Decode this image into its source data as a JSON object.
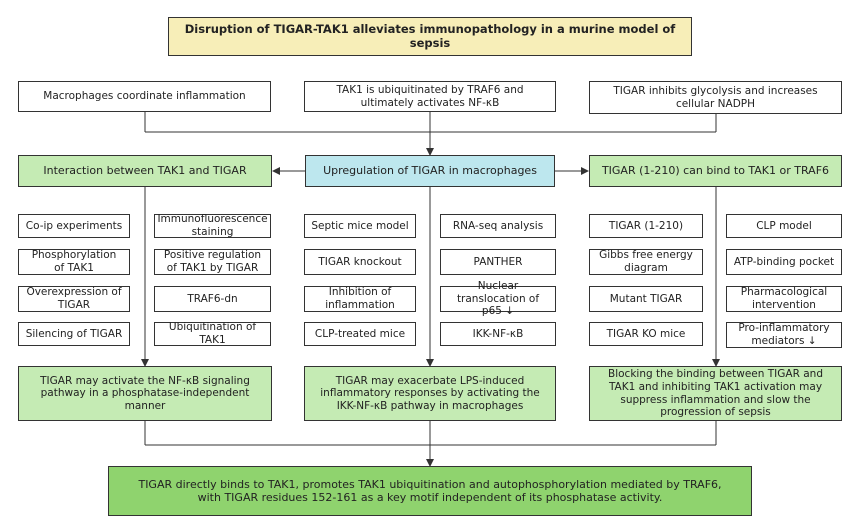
{
  "colors": {
    "title_bg": "#f7eeb8",
    "green_bg": "#c5ebb4",
    "blue_bg": "#bde7ee",
    "final_bg": "#8fd36e",
    "line": "#333333"
  },
  "title": "Disruption of TIGAR-TAK1 alleviates immunopathology in a murine model of sepsis",
  "top": {
    "left": "Macrophages coordinate inflammation",
    "center": "TAK1 is ubiquitinated by TRAF6 and ultimately activates NF-κB",
    "right": "TIGAR inhibits glycolysis and increases cellular NADPH"
  },
  "mid": {
    "left": "Interaction between TAK1 and TIGAR",
    "center": "Upregulation of TIGAR in macrophages",
    "right": "TIGAR (1-210) can bind to TAK1 or TRAF6"
  },
  "left_col1": [
    "Co-ip experiments",
    "Phosphorylation of TAK1",
    "Overexpression of TIGAR",
    "Silencing of TIGAR"
  ],
  "left_col2": [
    "Immunofluorescence staining",
    "Positive regulation of TAK1 by TIGAR",
    "TRAF6-dn",
    "Ubiquitination of TAK1"
  ],
  "center_col1": [
    "Septic mice model",
    "TIGAR knockout",
    "Inhibition of inflammation",
    "CLP-treated mice"
  ],
  "center_col2": [
    "RNA-seq analysis",
    "PANTHER",
    "Nuclear translocation of p65 ↓",
    "IKK-NF-κB"
  ],
  "right_col1": [
    "TIGAR (1-210)",
    "Gibbs free energy diagram",
    "Mutant TIGAR",
    "TIGAR KO mice"
  ],
  "right_col2": [
    "CLP model",
    "ATP-binding pocket",
    "Pharmacological intervention",
    "Pro-inflammatory mediators ↓"
  ],
  "conclusions": {
    "left": "TIGAR may activate the NF-κB signaling pathway in a phosphatase-independent manner",
    "center": "TIGAR may exacerbate LPS-induced inflammatory responses by activating the IKK-NF-κB pathway in macrophages",
    "right": "Blocking the binding between TIGAR and TAK1 and inhibiting TAK1 activation may suppress inflammation and slow the progression of sepsis"
  },
  "final": "TIGAR directly binds to TAK1, promotes TAK1 ubiquitination and autophosphorylation mediated by TRAF6, with TIGAR residues 152-161 as a key motif independent of its phosphatase activity."
}
